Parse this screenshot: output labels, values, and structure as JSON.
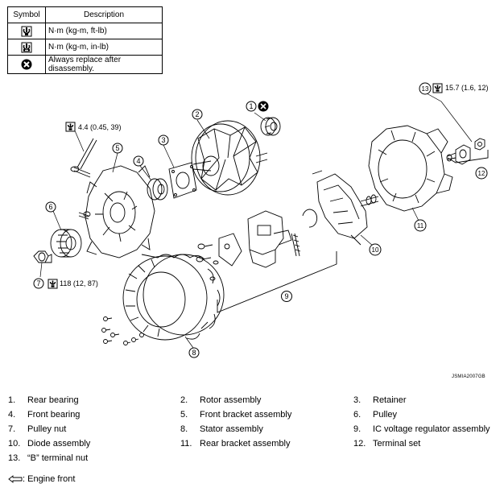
{
  "legend": {
    "headers": [
      "Symbol",
      "Description"
    ],
    "rows": [
      {
        "icon": "torque-wrench-icon",
        "text": "N·m (kg-m, ft-lb)"
      },
      {
        "icon": "torque-wrench-inlb-icon",
        "text": "N·m (kg-m, in-lb)"
      },
      {
        "icon": "replace-x-icon",
        "text": "Always replace after disassembly."
      }
    ]
  },
  "callouts": {
    "c1": "1",
    "c2": "2",
    "c3": "3",
    "c4": "4",
    "c5": "5",
    "c6": "6",
    "c7": "7",
    "c7_torque": "118 (12, 87)",
    "c8": "8",
    "c9": "9",
    "c10": "10",
    "c11": "11",
    "c12": "12",
    "c13": "13",
    "c13_torque": "15.7 (1.6, 12)",
    "bracket_torque": "4.4 (0.45, 39)"
  },
  "figure_code": "JSMIA2007GB",
  "parts": [
    {
      "num": "1.",
      "name": "Rear bearing"
    },
    {
      "num": "2.",
      "name": "Rotor assembly"
    },
    {
      "num": "3.",
      "name": "Retainer"
    },
    {
      "num": "4.",
      "name": "Front bearing"
    },
    {
      "num": "5.",
      "name": "Front bracket assembly"
    },
    {
      "num": "6.",
      "name": "Pulley"
    },
    {
      "num": "7.",
      "name": "Pulley nut"
    },
    {
      "num": "8.",
      "name": "Stator assembly"
    },
    {
      "num": "9.",
      "name": "IC voltage regulator assembly"
    },
    {
      "num": "10.",
      "name": "Diode assembly"
    },
    {
      "num": "11.",
      "name": "Rear bracket assembly"
    },
    {
      "num": "12.",
      "name": "Terminal set"
    },
    {
      "num": "13.",
      "name": "“B” terminal nut"
    }
  ],
  "footer": {
    "icon": "arrow-left-outline-icon",
    "text": ": Engine front"
  }
}
